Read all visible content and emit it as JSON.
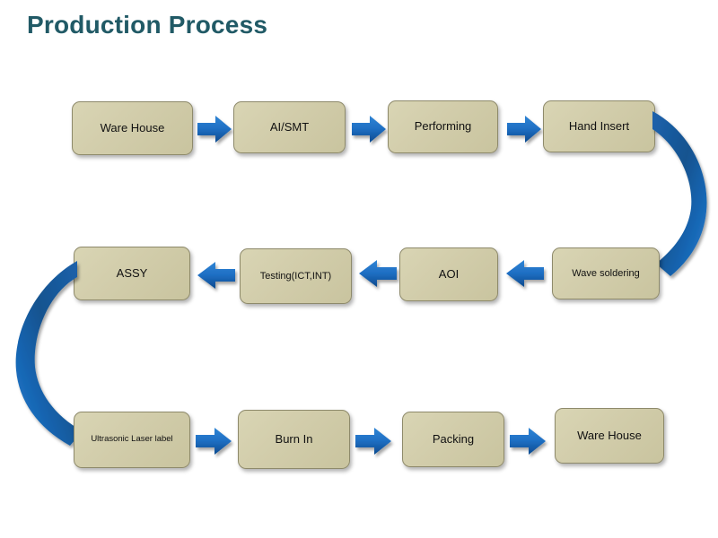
{
  "title": "Production Process",
  "colors": {
    "title": "#215a66",
    "box_fill_light": "#d9d5b4",
    "box_fill_dark": "#c9c49f",
    "box_border": "#8e8a6b",
    "arrow_blue_light": "#2a7fd0",
    "arrow_blue_dark": "#0e4f93",
    "background": "#ffffff",
    "text": "#111111"
  },
  "flow": {
    "row1": {
      "direction": "left-to-right",
      "nodes": [
        {
          "label": "Ware House",
          "size": "normal"
        },
        {
          "label": "AI/SMT",
          "size": "normal"
        },
        {
          "label": "Performing",
          "size": "normal"
        },
        {
          "label": "Hand  Insert",
          "size": "normal"
        }
      ],
      "arrows": [
        {
          "name": "arrow-warehouse-to-aismt",
          "direction": "right"
        },
        {
          "name": "arrow-aismt-to-performing",
          "direction": "right"
        },
        {
          "name": "arrow-performing-to-handinsert",
          "direction": "right"
        }
      ]
    },
    "row2": {
      "direction": "right-to-left",
      "nodes": [
        {
          "label": "ASSY",
          "size": "normal"
        },
        {
          "label": "Testing(ICT,INT)",
          "size": "small"
        },
        {
          "label": "AOI",
          "size": "normal"
        },
        {
          "label": "Wave soldering",
          "size": "small"
        }
      ],
      "arrows": [
        {
          "name": "arrow-testing-to-assy",
          "direction": "left"
        },
        {
          "name": "arrow-aoi-to-testing",
          "direction": "left"
        },
        {
          "name": "arrow-wavesoldering-to-aoi",
          "direction": "left"
        }
      ]
    },
    "row3": {
      "direction": "left-to-right",
      "nodes": [
        {
          "label": "Ultrasonic Laser label",
          "size": "tiny"
        },
        {
          "label": "Burn In",
          "size": "normal"
        },
        {
          "label": "Packing",
          "size": "normal"
        },
        {
          "label": "Ware House",
          "size": "normal"
        }
      ],
      "arrows": [
        {
          "name": "arrow-ultrasonic-to-burnin",
          "direction": "right"
        },
        {
          "name": "arrow-burnin-to-packing",
          "direction": "right"
        },
        {
          "name": "arrow-packing-to-warehouse",
          "direction": "right"
        }
      ]
    },
    "connectors": [
      {
        "name": "curved-connector-right",
        "from": "Hand  Insert",
        "to": "Wave soldering",
        "side": "right"
      },
      {
        "name": "curved-connector-left",
        "from": "ASSY",
        "to": "Ultrasonic Laser label",
        "side": "left"
      }
    ]
  }
}
